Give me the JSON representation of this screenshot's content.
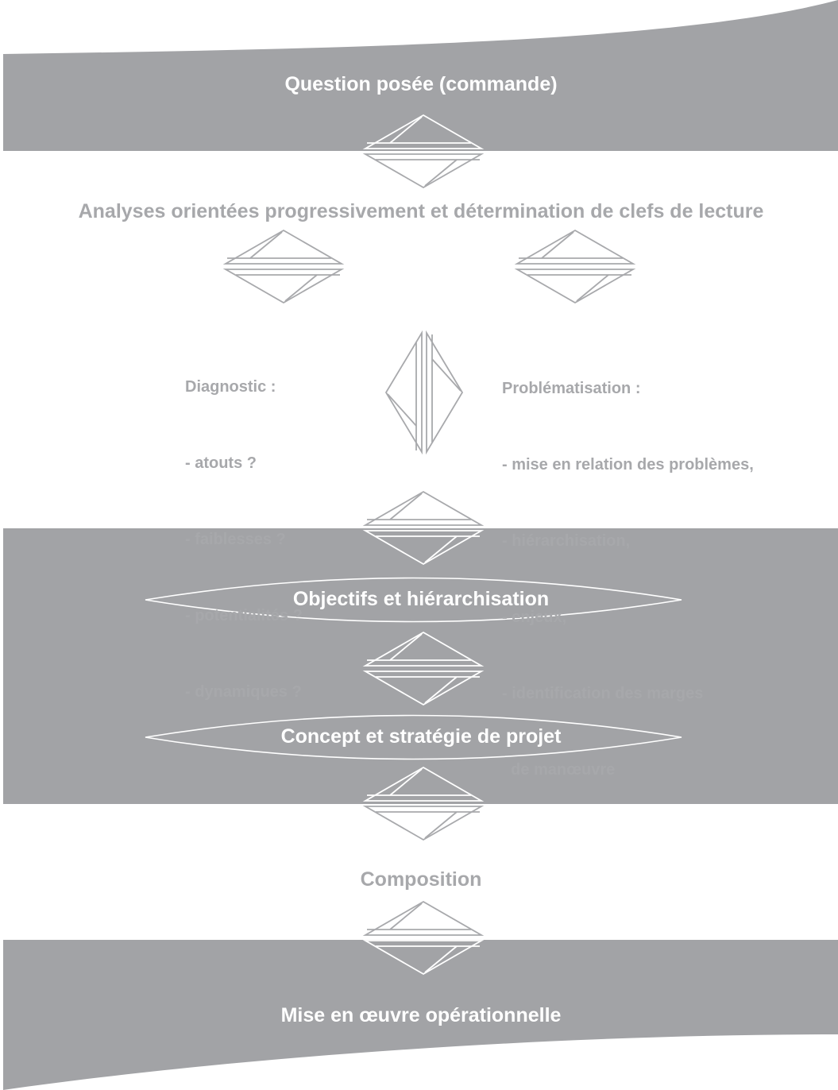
{
  "colors": {
    "band": "#a2a3a6",
    "grey_text": "#a7a8ab",
    "white_text": "#ffffff",
    "connector_stroke": "#a8a9ac"
  },
  "steps": {
    "question": "Question posée (commande)",
    "analyses": "Analyses orientées progressivement et détermination de clefs de lecture",
    "objectifs": "Objectifs et hiérarchisation",
    "concept": "Concept et stratégie de projet",
    "composition": "Composition",
    "mise_en_oeuvre": "Mise en œuvre opérationnelle"
  },
  "diagnostic": {
    "title": "Diagnostic :",
    "items": [
      "- atouts ?",
      "- faiblesses ?",
      "- potentialités ?",
      "- dynamiques ?"
    ]
  },
  "problematisation": {
    "title": "Problématisation :",
    "items": [
      "- mise en relation des problèmes,",
      "- hiérarchisation,",
      "- enjeux,",
      "- identification des marges",
      "  de manœuvre"
    ]
  }
}
